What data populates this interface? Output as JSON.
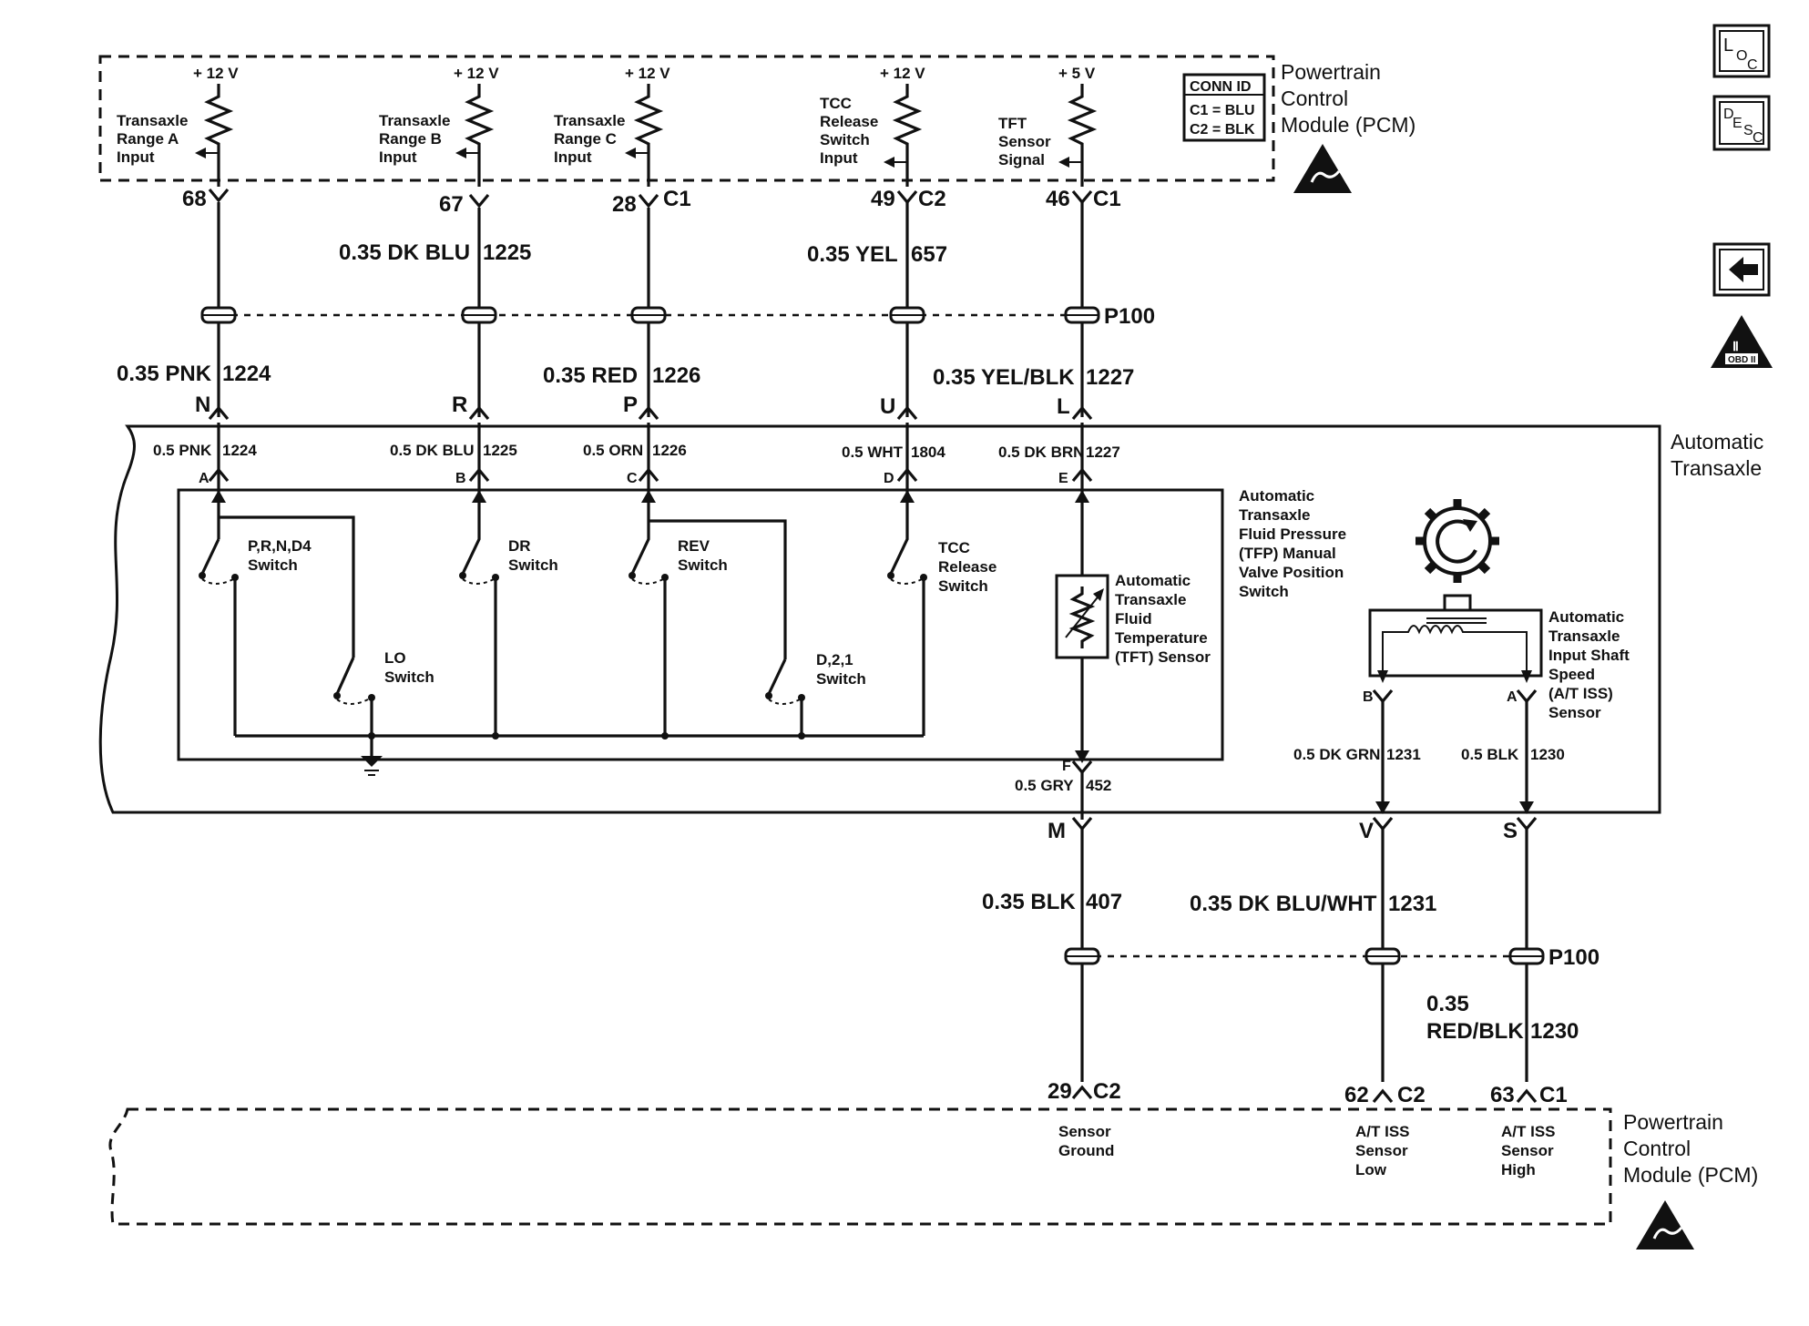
{
  "modules": {
    "pcm_top": {
      "title_line1": "Powertrain",
      "title_line2": "Control",
      "title_line3": "Module (PCM)"
    },
    "pcm_bottom": {
      "title_line1": "Powertrain",
      "title_line2": "Control",
      "title_line3": "Module (PCM)"
    },
    "transaxle": {
      "title_line1": "Automatic",
      "title_line2": "Transaxle"
    }
  },
  "conn_id": {
    "title": "CONN ID",
    "c1": "C1 = BLU",
    "c2": "C2 = BLK"
  },
  "pcm_inputs": [
    {
      "voltage": "+ 12 V",
      "label": [
        "Transaxle",
        "Range A",
        "Input"
      ],
      "pin": "68",
      "conn": ""
    },
    {
      "voltage": "+ 12 V",
      "label": [
        "Transaxle",
        "Range B",
        "Input"
      ],
      "pin": "67",
      "conn": ""
    },
    {
      "voltage": "+ 12 V",
      "label": [
        "Transaxle",
        "Range C",
        "Input"
      ],
      "pin": "28",
      "conn": "C1"
    },
    {
      "voltage": "+ 12 V",
      "label": [
        "TCC",
        "Release",
        "Switch",
        "Input"
      ],
      "pin": "49",
      "conn": "C2"
    },
    {
      "voltage": "+ 5 V",
      "label": [
        "TFT",
        "Sensor",
        "Signal"
      ],
      "pin": "46",
      "conn": "C1"
    }
  ],
  "upper_wires": [
    {
      "size_color": "0.35 DK BLU",
      "circuit": "1225"
    },
    {
      "size_color": "0.35 YEL",
      "circuit": "657"
    }
  ],
  "lower_wires": [
    {
      "size_color": "0.35 PNK",
      "circuit": "1224",
      "pin": "N"
    },
    {
      "size_color": "",
      "circuit": "",
      "pin": "R"
    },
    {
      "size_color": "0.35 RED",
      "circuit": "1226",
      "pin": "P"
    },
    {
      "size_color": "",
      "circuit": "",
      "pin": "U"
    },
    {
      "size_color": "0.35 YEL/BLK",
      "circuit": "1227",
      "pin": "L"
    }
  ],
  "p100_label": "P100",
  "transaxle_wires": [
    {
      "size_color": "0.5 PNK",
      "circuit": "1224",
      "pin": "A"
    },
    {
      "size_color": "0.5 DK BLU",
      "circuit": "1225",
      "pin": "B"
    },
    {
      "size_color": "0.5 ORN",
      "circuit": "1226",
      "pin": "C"
    },
    {
      "size_color": "0.5 WHT",
      "circuit": "1804",
      "pin": "D"
    },
    {
      "size_color": "0.5 DK BRN",
      "circuit": "1227",
      "pin": "E"
    }
  ],
  "switches": {
    "prnd4": [
      "P,R,N,D4",
      "Switch"
    ],
    "dr": [
      "DR",
      "Switch"
    ],
    "rev": [
      "REV",
      "Switch"
    ],
    "tcc": [
      "TCC",
      "Release",
      "Switch"
    ],
    "lo": [
      "LO",
      "Switch"
    ],
    "d21": [
      "D,2,1",
      "Switch"
    ]
  },
  "tfp_label": [
    "Automatic",
    "Transaxle",
    "Fluid Pressure",
    "(TFP) Manual",
    "Valve Position",
    "Switch"
  ],
  "tft_label": [
    "Automatic",
    "Transaxle",
    "Fluid",
    "Temperature",
    "(TFT) Sensor"
  ],
  "iss_label": [
    "Automatic",
    "Transaxle",
    "Input Shaft",
    "Speed",
    "(A/T ISS)",
    "Sensor"
  ],
  "tft_ground": {
    "pin": "F",
    "size_color": "0.5 GRY",
    "circuit": "452"
  },
  "iss_wires": [
    {
      "pin": "B",
      "size_color": "0.5 DK GRN",
      "circuit": "1231"
    },
    {
      "pin": "A",
      "size_color": "0.5 BLK",
      "circuit": "1230"
    }
  ],
  "bottom_connectors": [
    "M",
    "V",
    "S"
  ],
  "bottom_upper_wires": [
    {
      "size_color": "0.35 BLK",
      "circuit": "407"
    },
    {
      "size_color": "0.35 DK BLU/WHT",
      "circuit": "1231"
    }
  ],
  "bottom_lower_wire": {
    "size_line1": "0.35",
    "size_line2": "RED/BLK",
    "circuit": "1230"
  },
  "pcm_outputs": [
    {
      "pin": "29",
      "conn": "C2",
      "label": [
        "Sensor",
        "Ground"
      ]
    },
    {
      "pin": "62",
      "conn": "C2",
      "label": [
        "A/T ISS",
        "Sensor",
        "Low"
      ]
    },
    {
      "pin": "63",
      "conn": "C1",
      "label": [
        "A/T ISS",
        "Sensor",
        "High"
      ]
    }
  ],
  "side_icons": {
    "loc": {
      "big": "L",
      "small_o": "O",
      "small_c": "C"
    },
    "desc": {
      "d": "D",
      "e": "E",
      "s": "S",
      "c": "C"
    },
    "obd": "OBD II"
  }
}
